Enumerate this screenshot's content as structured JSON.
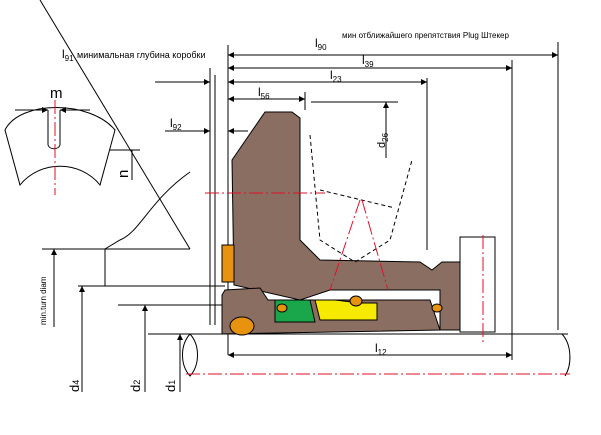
{
  "labels": {
    "l90": "l",
    "l90_sub": "90",
    "l90_note": "мин отближайшего препятствия Plug  Штекер",
    "l91": "l",
    "l91_sub": "91",
    "l91_note": "минимальная глубина коробки",
    "l39": "l",
    "l39_sub": "39",
    "l23": "l",
    "l23_sub": "23",
    "l56": "l",
    "l56_sub": "56",
    "l92": "l",
    "l92_sub": "92",
    "l26": "d",
    "l26_sub": "26",
    "m": "m",
    "n": "n",
    "min_turn": "min.turn diam",
    "d4": "d",
    "d4_sub": "4",
    "d2": "d",
    "d2_sub": "2",
    "d1": "d",
    "d1_sub": "1",
    "l12": "l",
    "l12_sub": "12"
  },
  "colors": {
    "housing": "#8b6e62",
    "seat": "#1aa64a",
    "ring": "#f5ea00",
    "oring": "#e8930f",
    "center": "#e0102a"
  }
}
